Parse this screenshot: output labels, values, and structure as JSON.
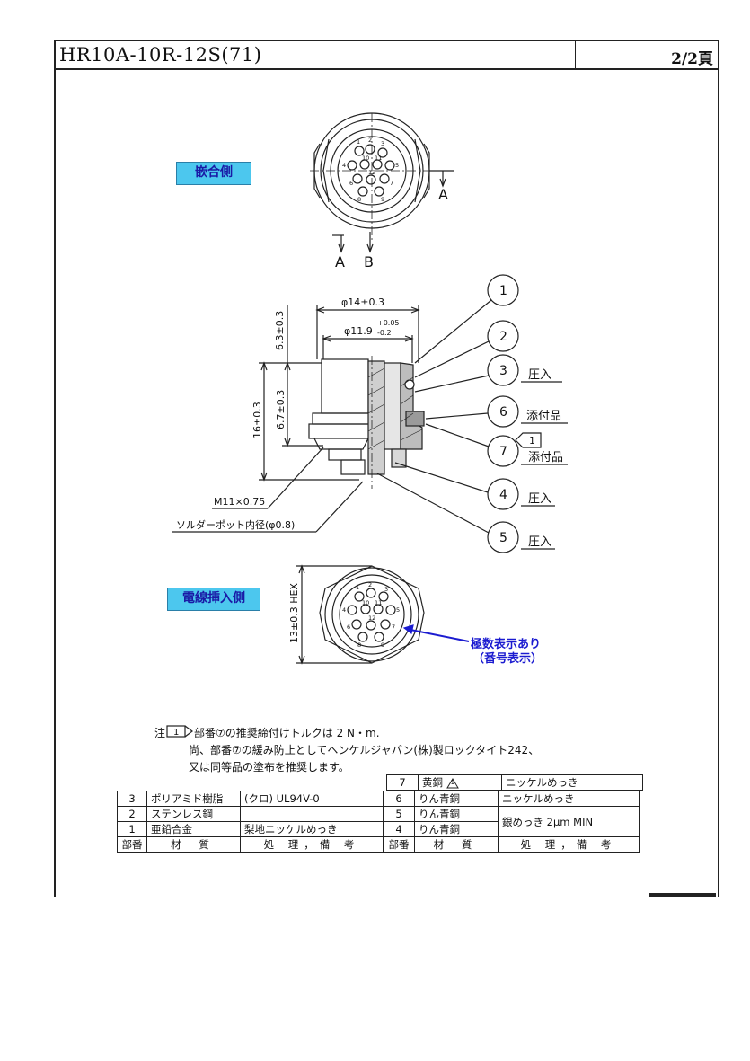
{
  "header": {
    "title": "HR10A-10R-12S(71)",
    "page": "2/2頁"
  },
  "views": {
    "mating_side": "嵌合側",
    "wire_insert_side": "電線挿入側",
    "polarity_note_line1": "極数表示あり",
    "polarity_note_line2": "（番号表示）"
  },
  "section_marks": {
    "a_right": "A",
    "a_bottom": "A",
    "b_bottom": "B"
  },
  "dimensions": {
    "dia_outer": "φ14±0.3",
    "dia_inner": "φ11.9",
    "dia_inner_tol_upper": "+0.05",
    "dia_inner_tol_lower": "-0.2",
    "length_top": "6.3±0.3",
    "length_total": "16±0.3",
    "length_thread": "6.7±0.3",
    "thread": "M11×0.75",
    "solder_pot": "ソルダーポット内径(φ0.8)",
    "hex": "13±0.3 HEX"
  },
  "callouts": [
    {
      "no": "1",
      "text": ""
    },
    {
      "no": "2",
      "text": ""
    },
    {
      "no": "3",
      "text": "圧入"
    },
    {
      "no": "6",
      "text": "添付品"
    },
    {
      "no": "7",
      "text": "添付品",
      "flag": "1"
    },
    {
      "no": "4",
      "text": "圧入"
    },
    {
      "no": "5",
      "text": "圧入"
    }
  ],
  "pins": {
    "mating": [
      "1",
      "2",
      "3",
      "4",
      "5",
      "6",
      "7",
      "8",
      "9",
      "10",
      "11",
      "12"
    ],
    "rear": [
      "1",
      "2",
      "3",
      "4",
      "5",
      "6",
      "7",
      "8",
      "9",
      "10",
      "11",
      "12"
    ]
  },
  "notes": {
    "prefix": "注",
    "flag": "1",
    "line1": "部番⑦の推奨締付けトルクは 2 N・m.",
    "line2": "尚、部番⑦の緩み防止としてヘンケルジャパン(株)製ロックタイト242、",
    "line3": "又は同等品の塗布を推奨します。"
  },
  "parts_table": {
    "headers": {
      "no": "部番",
      "material": "材 質",
      "treatment": "処 理，備 考"
    },
    "left": [
      {
        "no": "3",
        "material": "ポリアミド樹脂",
        "treatment": "(クロ) UL94V-0"
      },
      {
        "no": "2",
        "material": "ステンレス鋼",
        "treatment": ""
      },
      {
        "no": "1",
        "material": "亜鉛合金",
        "treatment": "梨地ニッケルめっき"
      }
    ],
    "right": [
      {
        "no": "7",
        "material": "黄銅",
        "warning": "1",
        "treatment": "ニッケルめっき"
      },
      {
        "no": "6",
        "material": "りん青銅",
        "treatment": "ニッケルめっき"
      },
      {
        "no": "5",
        "material": "りん青銅",
        "treatment": "銀めっき 2μm MIN"
      },
      {
        "no": "4",
        "material": "りん青銅",
        "treatment": ""
      }
    ]
  }
}
